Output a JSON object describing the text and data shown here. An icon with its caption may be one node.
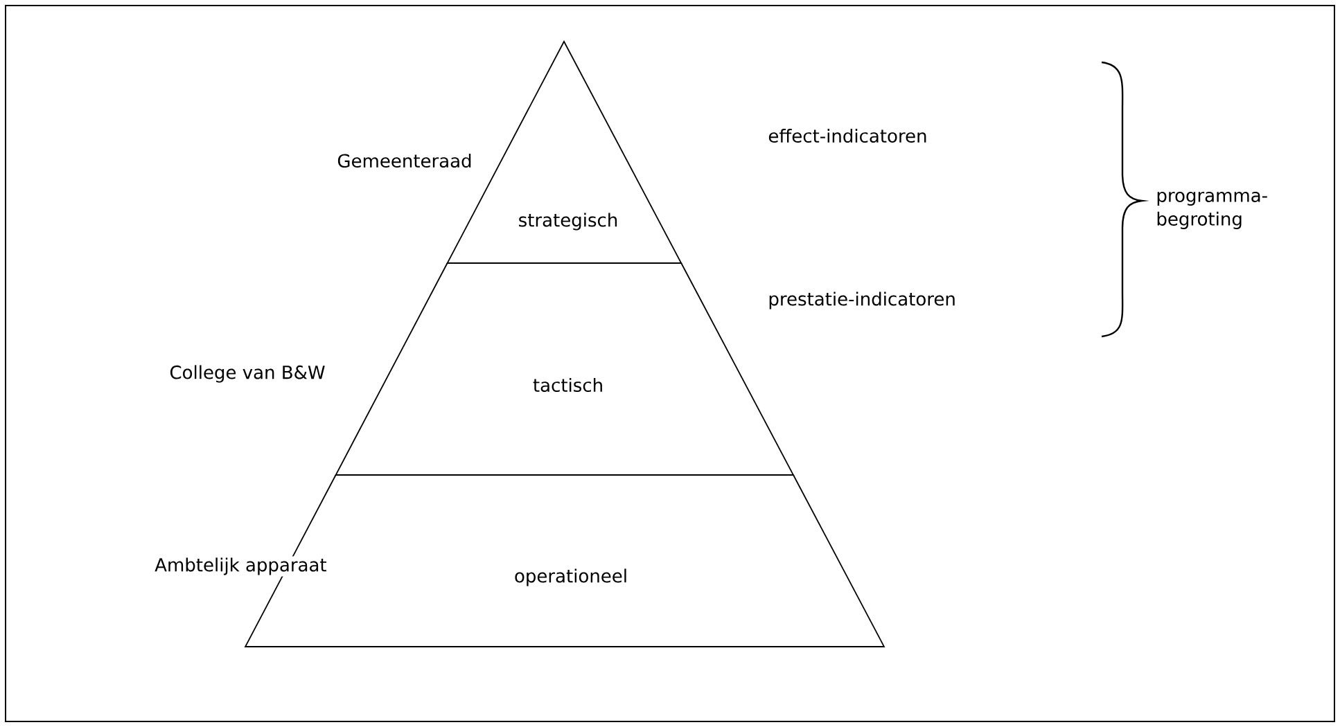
{
  "diagram": {
    "nodes": [
      {
        "text": [
          "strategisch"
        ],
        "beside": [
          "Gemeenteraad"
        ]
      },
      {
        "text": [
          "tactisch"
        ],
        "beside": [
          "College van B&W"
        ]
      },
      {
        "text": [
          "operationeel"
        ],
        "beside": [
          "Ambtelijk apparaat"
        ]
      }
    ],
    "edges": [],
    "labels": [
      "effect-indicatoren",
      "programma-begroting",
      "prestatie-indicatoren"
    ]
  }
}
